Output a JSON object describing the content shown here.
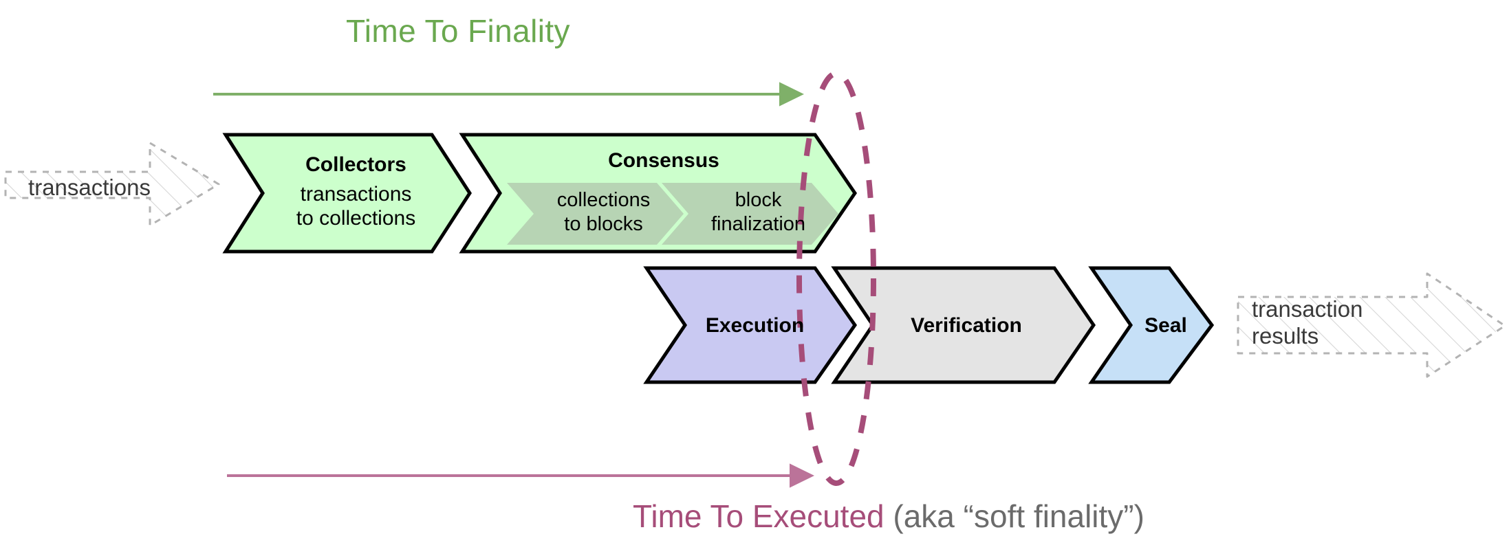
{
  "diagram": {
    "title_top": "Time To Finality",
    "title_bottom_primary": "Time To Executed",
    "title_bottom_secondary": " (aka “soft finality”)",
    "colors": {
      "green_accent": "#6aa84f",
      "pink_accent": "#a64d79",
      "collector_fill": "#ccffcc",
      "consensus_fill": "#ccffcc",
      "consensus_inner_fill": "#b7d4b4",
      "execution_fill": "#c9c9f2",
      "verification_fill": "#e4e4e4",
      "seal_fill": "#c6e0f7",
      "ghost_stroke": "#b3b3b3",
      "outline": "#000000"
    }
  },
  "inputs": {
    "left_ghost_label": "transactions",
    "right_ghost_label": "transaction\nresults"
  },
  "top_row": [
    {
      "id": "collectors",
      "title": "Collectors",
      "subtitle": "transactions\nto collections",
      "fill": "#ccffcc"
    },
    {
      "id": "consensus",
      "title": "Consensus",
      "subtitle": "",
      "fill": "#ccffcc",
      "inner": [
        {
          "id": "collections-to-blocks",
          "label": "collections\nto blocks"
        },
        {
          "id": "block-finalization",
          "label": "block\nfinalization"
        }
      ]
    }
  ],
  "bottom_row": [
    {
      "id": "execution",
      "title": "Execution",
      "fill": "#c9c9f2"
    },
    {
      "id": "verification",
      "title": "Verification",
      "fill": "#e4e4e4"
    },
    {
      "id": "seal",
      "title": "Seal",
      "fill": "#c6e0f7"
    }
  ],
  "annotations": {
    "finality_marker": "dashed-ellipse-finality-point",
    "top_arrow": "time-to-finality-arrow",
    "bottom_arrow": "time-to-executed-arrow"
  }
}
